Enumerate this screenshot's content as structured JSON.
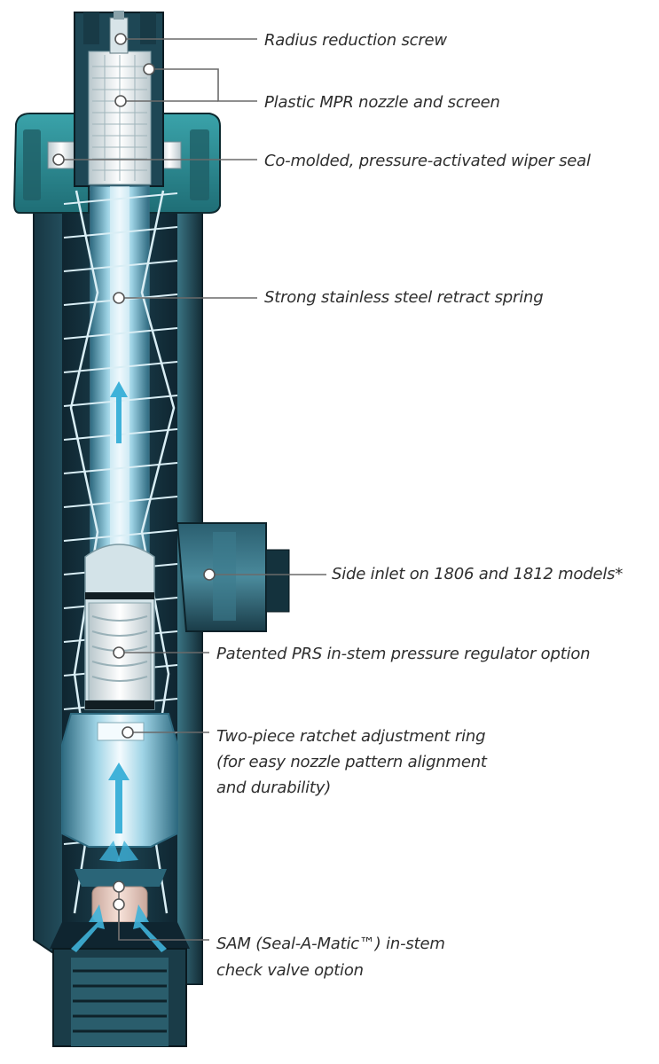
{
  "colors": {
    "housing_dark": "#1e3f4b",
    "housing_mid": "#2f6577",
    "housing_light": "#4f8c9b",
    "cap_teal": "#2d8c94",
    "stem_light": "#9fd4e6",
    "stem_white": "#eaf6fb",
    "flow_arrow": "#3fb2d9",
    "callout_line": "#6a6a6a",
    "label_text": "#2e2e2e"
  },
  "callouts": [
    {
      "id": "radius-reduction-screw",
      "lines": [
        "Radius reduction screw"
      ]
    },
    {
      "id": "plastic-mpr-nozzle",
      "lines": [
        "Plastic MPR nozzle and screen"
      ]
    },
    {
      "id": "wiper-seal",
      "lines": [
        "Co-molded, pressure-activated wiper seal"
      ]
    },
    {
      "id": "retract-spring",
      "lines": [
        "Strong stainless steel retract spring"
      ]
    },
    {
      "id": "side-inlet",
      "lines": [
        "Side inlet on 1806 and 1812 models*"
      ]
    },
    {
      "id": "prs-regulator",
      "lines": [
        "Patented PRS in-stem pressure regulator option"
      ]
    },
    {
      "id": "ratchet-ring",
      "lines": [
        "Two-piece ratchet adjustment ring",
        "(for easy nozzle pattern alignment",
        "and durability)"
      ]
    },
    {
      "id": "sam-check-valve",
      "lines": [
        "SAM (Seal-A-Matic™) in-stem",
        "check valve option"
      ]
    }
  ]
}
